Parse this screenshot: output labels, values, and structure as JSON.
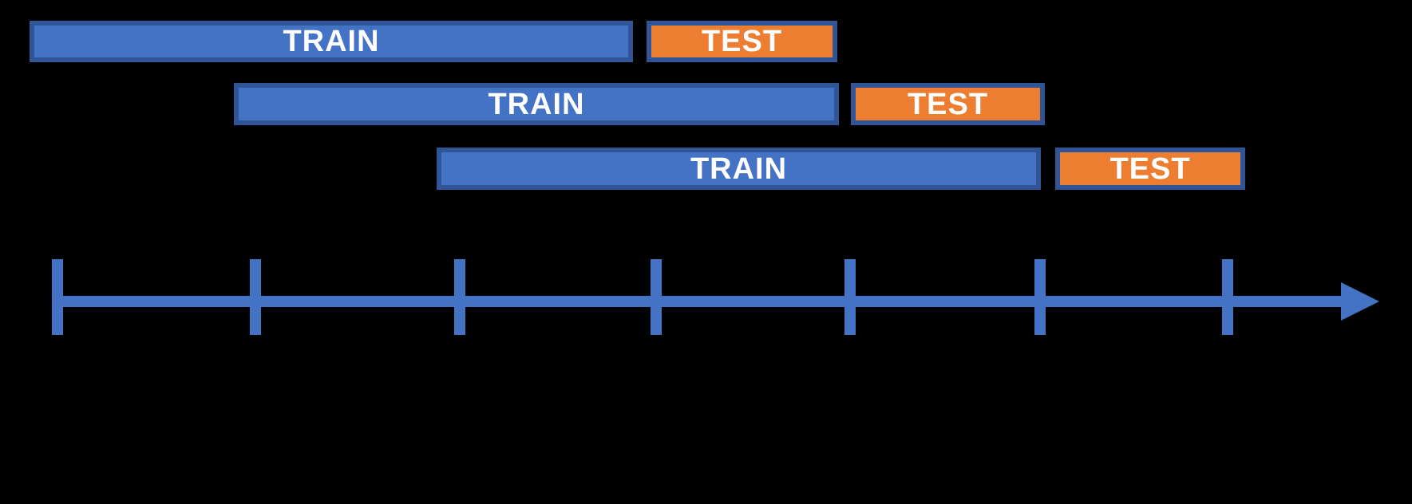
{
  "diagram": {
    "background_color": "#000000",
    "colors": {
      "background_color": "#000000",
      "train_fill": "#4472C4",
      "test_fill": "#ED7D31",
      "bar_border": "#2F5597",
      "axis": "#4472C4",
      "bar_text": "#FFFFFF"
    },
    "folds": [
      {
        "train_label": "TRAIN",
        "test_label": "TEST"
      },
      {
        "train_label": "TRAIN",
        "test_label": "TEST"
      },
      {
        "train_label": "TRAIN",
        "test_label": "TEST"
      }
    ],
    "timeline": {
      "tick_count": 7,
      "arrow_direction": "right"
    }
  }
}
